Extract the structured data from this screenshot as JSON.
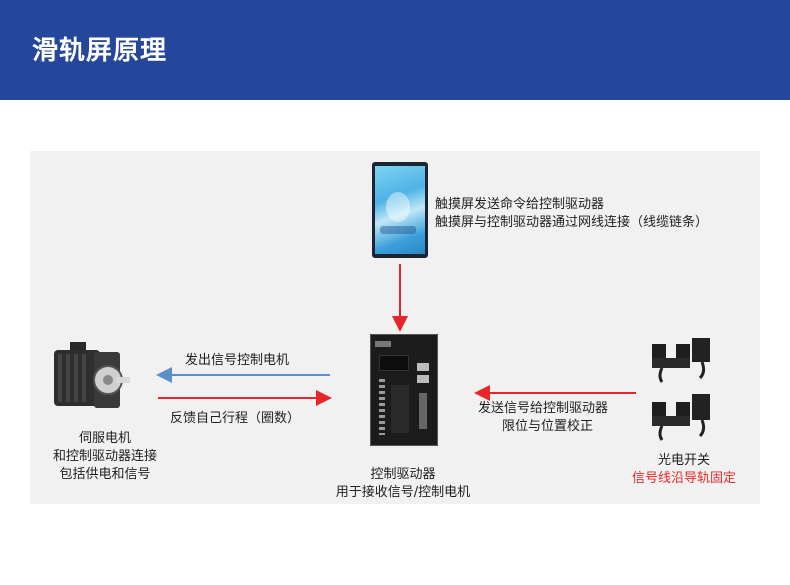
{
  "header": {
    "title": "滑轨屏原理"
  },
  "touchscreen": {
    "line1": "触摸屏发送命令给控制驱动器",
    "line2": "触摸屏与控制驱动器通过网线连接（线缆链条）"
  },
  "servo_motor": {
    "line1": "伺服电机",
    "line2": "和控制驱动器连接",
    "line3": "包括供电和信号"
  },
  "driver": {
    "line1": "控制驱动器",
    "line2": "用于接收信号/控制电机"
  },
  "sensor": {
    "line1": "光电开关",
    "line2": "信号线沿导轨固定"
  },
  "arrows": {
    "to_motor": "发出信号控制电机",
    "from_motor": "反馈自己行程（圈数）",
    "from_sensor_line1": "发送信号给控制驱动器",
    "from_sensor_line2": "限位与位置校正"
  },
  "colors": {
    "header_bg": "#25479b",
    "arrow_red": "#e8262a",
    "arrow_blue": "#5b8fc9",
    "highlight_red": "#e8262a"
  },
  "icons": [
    "touchscreen-image",
    "servo-motor-image",
    "driver-image",
    "photoelectric-switch-image"
  ]
}
